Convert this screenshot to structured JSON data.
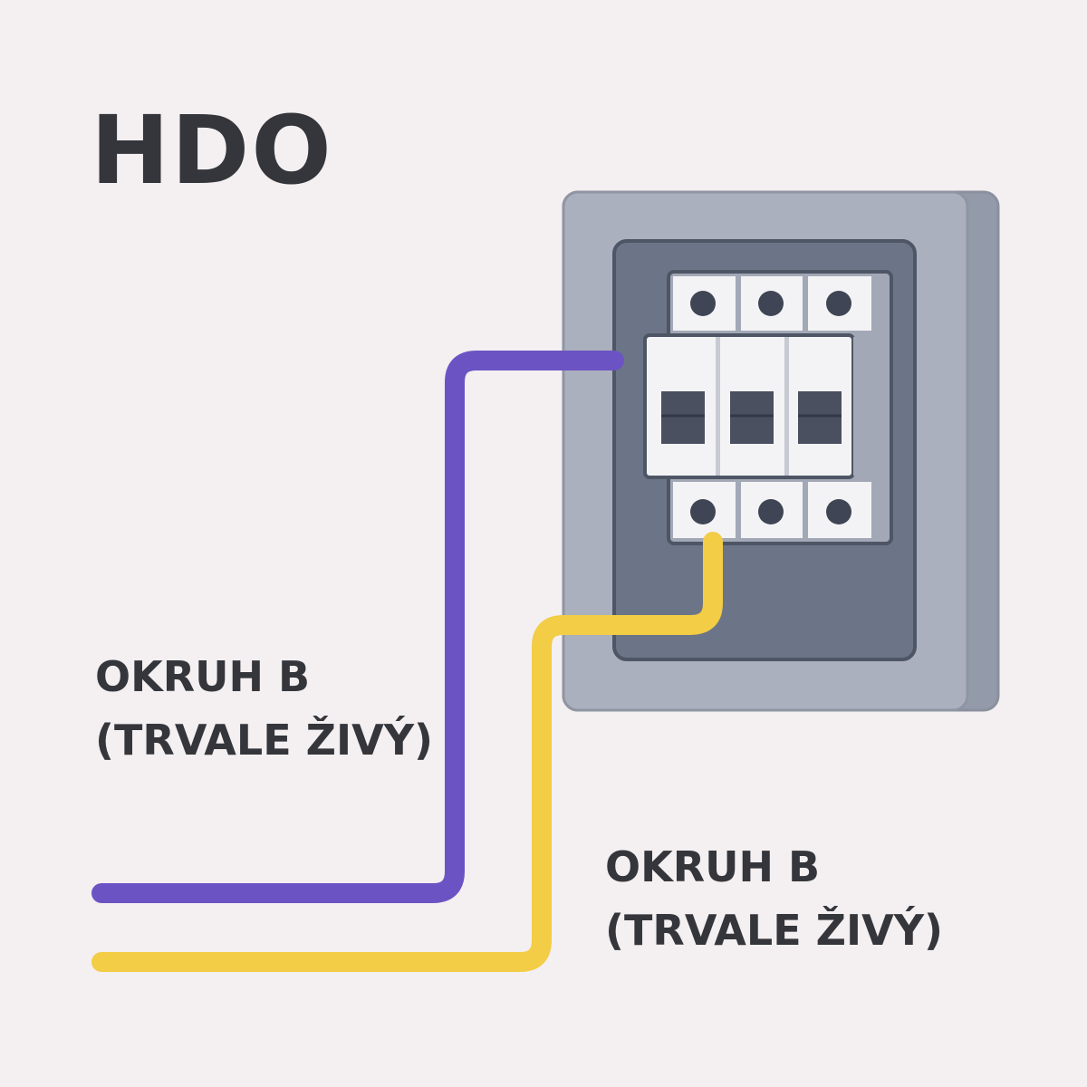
{
  "title": "HDO",
  "labels": [
    {
      "line1": "OKRUH B",
      "line2": "(TRVALE ŽIVÝ)",
      "wire_color": "#6c53c4"
    },
    {
      "line1": "OKRUH B",
      "line2": "(TRVALE ŽIVÝ)",
      "wire_color": "#f2cd45"
    }
  ],
  "colors": {
    "background": "#f4eff0",
    "enclosure": "#a9adb9",
    "panel": "#6b7587",
    "breaker": "#f3f3f5",
    "switch": "#4a5060"
  }
}
